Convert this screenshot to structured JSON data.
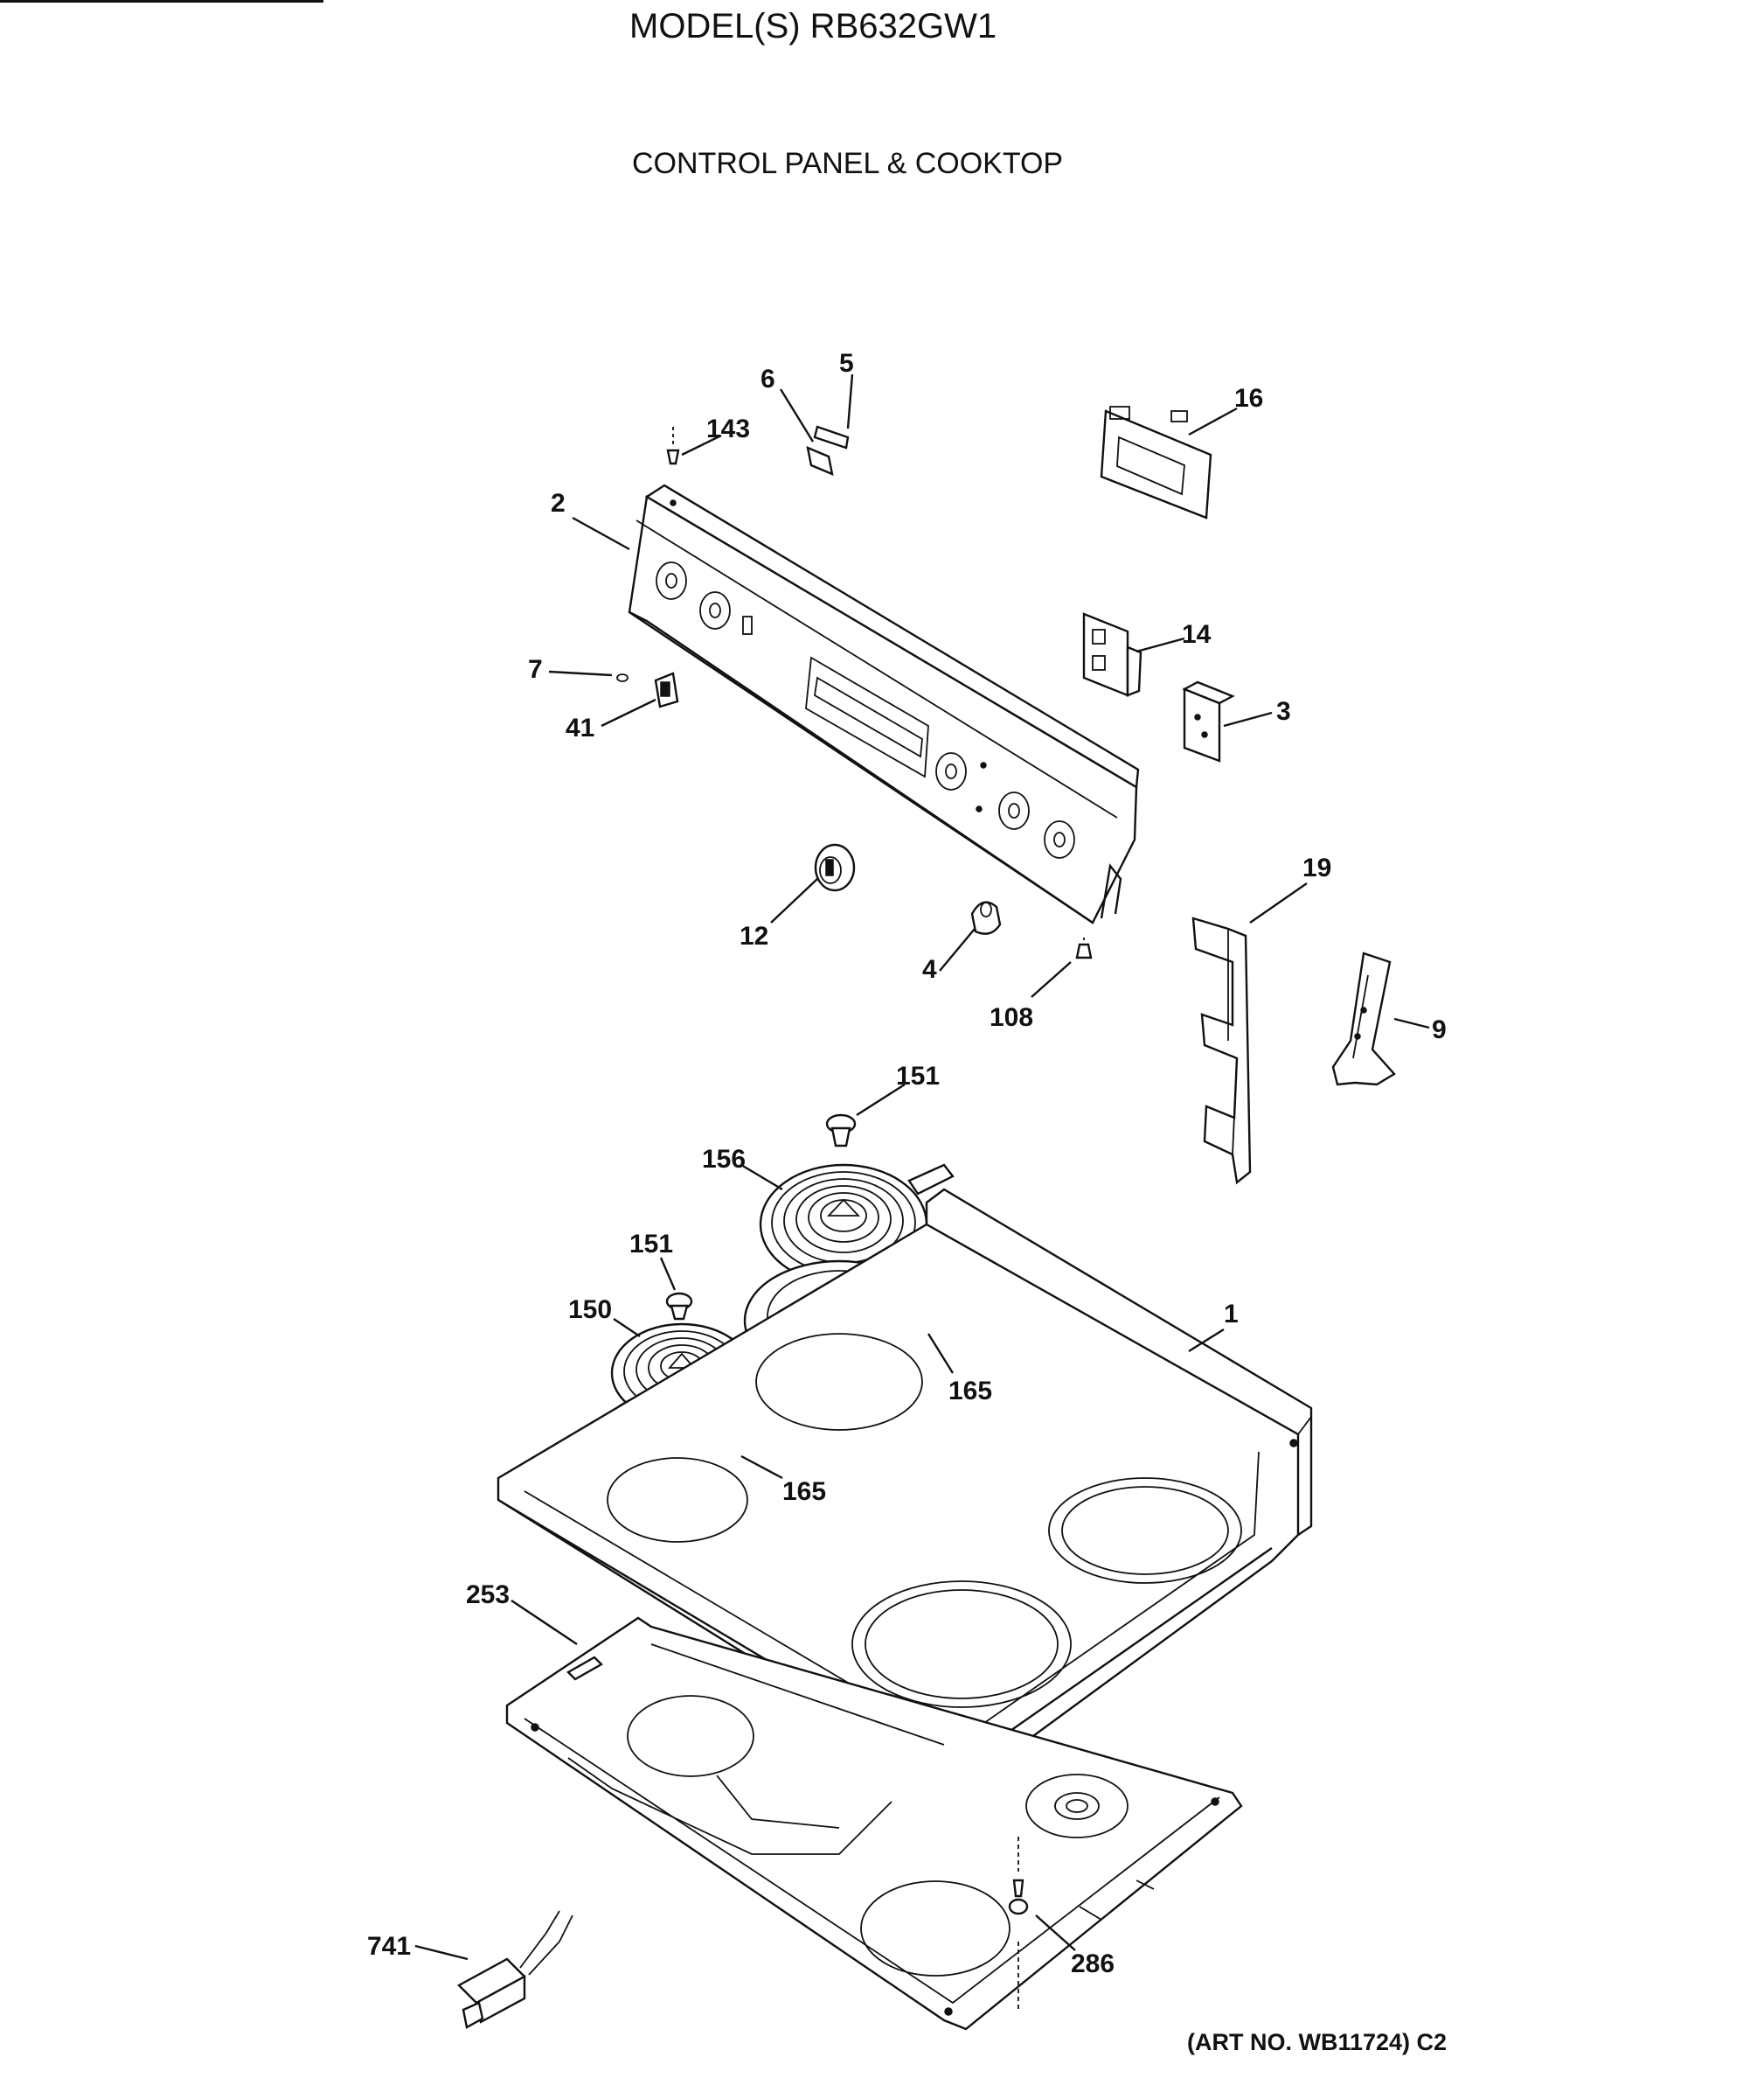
{
  "header": {
    "model": "MODEL(S) RB632GW1",
    "section": "CONTROL PANEL & COOKTOP"
  },
  "footer": {
    "art_number": "(ART NO. WB11724) C2"
  },
  "parts": [
    {
      "id": "p2",
      "label": "2"
    },
    {
      "id": "p143",
      "label": "143"
    },
    {
      "id": "p6",
      "label": "6"
    },
    {
      "id": "p5",
      "label": "5"
    },
    {
      "id": "p16",
      "label": "16"
    },
    {
      "id": "p14",
      "label": "14"
    },
    {
      "id": "p3",
      "label": "3"
    },
    {
      "id": "p7",
      "label": "7"
    },
    {
      "id": "p41",
      "label": "41"
    },
    {
      "id": "p12",
      "label": "12"
    },
    {
      "id": "p4",
      "label": "4"
    },
    {
      "id": "p108",
      "label": "108"
    },
    {
      "id": "p19",
      "label": "19"
    },
    {
      "id": "p9",
      "label": "9"
    },
    {
      "id": "p151a",
      "label": "151"
    },
    {
      "id": "p156",
      "label": "156"
    },
    {
      "id": "p151b",
      "label": "151"
    },
    {
      "id": "p150",
      "label": "150"
    },
    {
      "id": "p1",
      "label": "1"
    },
    {
      "id": "p165a",
      "label": "165"
    },
    {
      "id": "p165b",
      "label": "165"
    },
    {
      "id": "p253",
      "label": "253"
    },
    {
      "id": "p741",
      "label": "741"
    },
    {
      "id": "p286",
      "label": "286"
    }
  ]
}
